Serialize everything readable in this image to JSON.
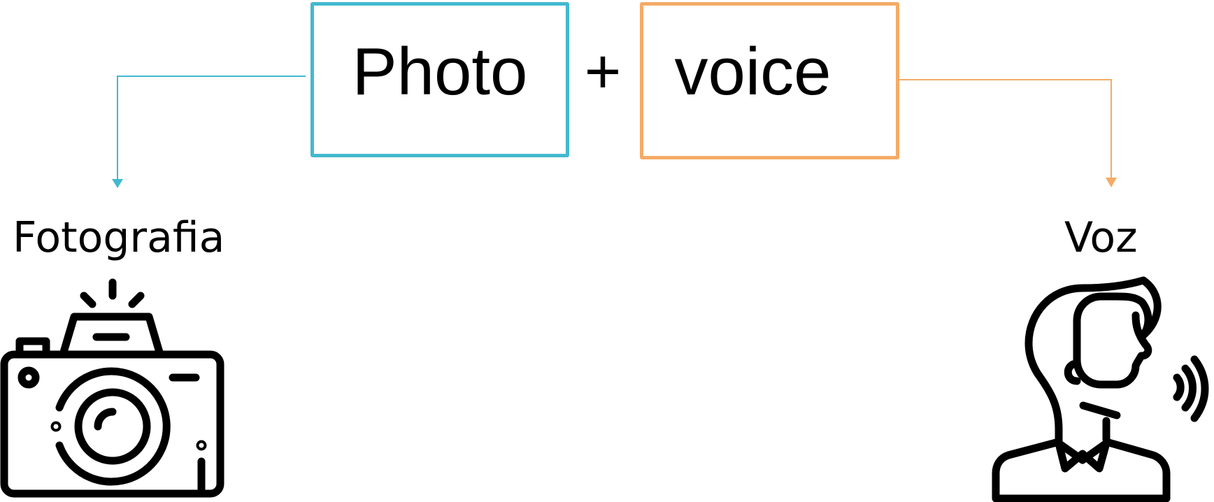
{
  "diagram": {
    "box_left": {
      "text": "Photo",
      "color": "#43b9cf"
    },
    "operator": "+",
    "box_right": {
      "text": "voice",
      "color": "#f4ab67"
    },
    "label_left": "Fotografia",
    "label_right": "Voz",
    "icon_left": "camera-icon",
    "icon_right": "speaking-person-icon"
  }
}
